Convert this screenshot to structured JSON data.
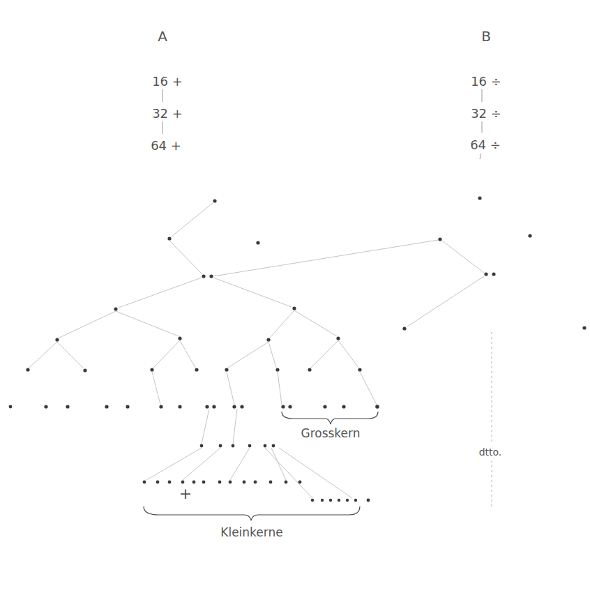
{
  "diagram": {
    "labels": [
      "A",
      "B",
      "16 +",
      "32 +",
      "64 +",
      "16 ÷",
      "32 ÷",
      "64 ÷",
      "Grosskern",
      "dtto.",
      "+",
      "Kleinkerne"
    ]
  }
}
